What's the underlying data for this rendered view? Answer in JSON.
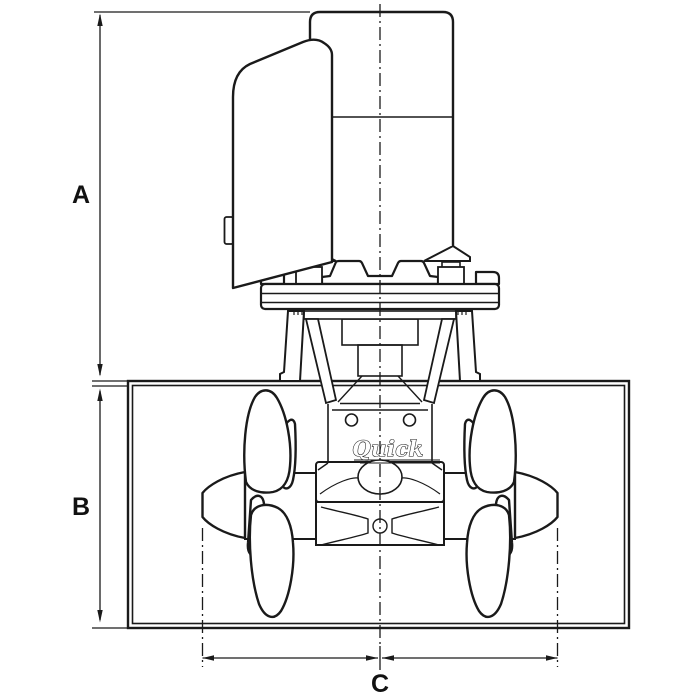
{
  "page": {
    "background": "#ffffff"
  },
  "drawing": {
    "line_color": "#1a1a1a",
    "logo": {
      "text": "Quick"
    },
    "dimensions": {
      "a": {
        "label": "A"
      },
      "b": {
        "label": "B"
      },
      "c": {
        "label": "C"
      }
    }
  }
}
